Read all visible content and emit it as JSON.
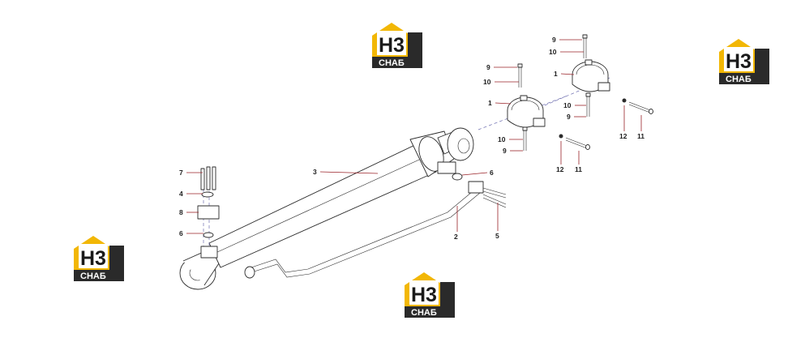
{
  "watermark": {
    "brand_letters": "Н3",
    "brand_sub": "СНАБ",
    "colors": {
      "roof": "#f2b705",
      "box": "#2a2a2a",
      "sub_bg": "#2a2a2a",
      "sub_text": "#ffffff"
    }
  },
  "callouts": {
    "c1a": "1",
    "c1b": "1",
    "c2": "2",
    "c3": "3",
    "c4": "4",
    "c5": "5",
    "c6a": "6",
    "c6b": "6",
    "c7": "7",
    "c8": "8",
    "c9a": "9",
    "c9b": "9",
    "c9c": "9",
    "c9d": "9",
    "c10a": "10",
    "c10b": "10",
    "c10c": "10",
    "c10d": "10",
    "c11a": "11",
    "c11b": "11",
    "c12a": "12",
    "c12b": "12"
  }
}
